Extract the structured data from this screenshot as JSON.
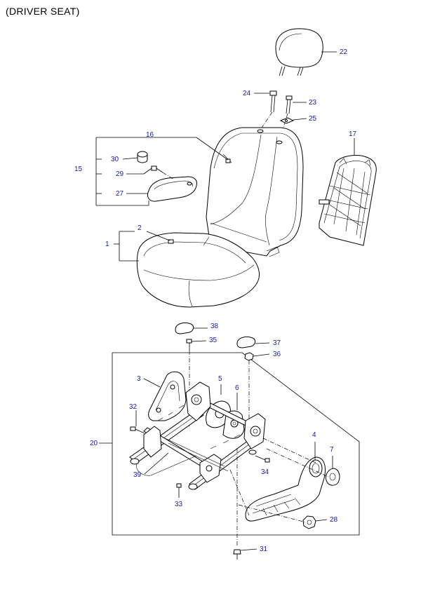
{
  "title": "(DRIVER SEAT)",
  "callouts": {
    "c1": "1",
    "c2": "2",
    "c3": "3",
    "c4": "4",
    "c5": "5",
    "c6": "6",
    "c7": "7",
    "c15": "15",
    "c16": "16",
    "c17": "17",
    "c20": "20",
    "c22": "22",
    "c23": "23",
    "c24": "24",
    "c25": "25",
    "c27": "27",
    "c28": "28",
    "c29": "29",
    "c30": "30",
    "c31": "31",
    "c32": "32",
    "c33": "33",
    "c34": "34",
    "c35": "35",
    "c36": "36",
    "c37": "37",
    "c38": "38",
    "c39": "39"
  },
  "colors": {
    "callout": "#1a1aa8",
    "line": "#000000"
  }
}
